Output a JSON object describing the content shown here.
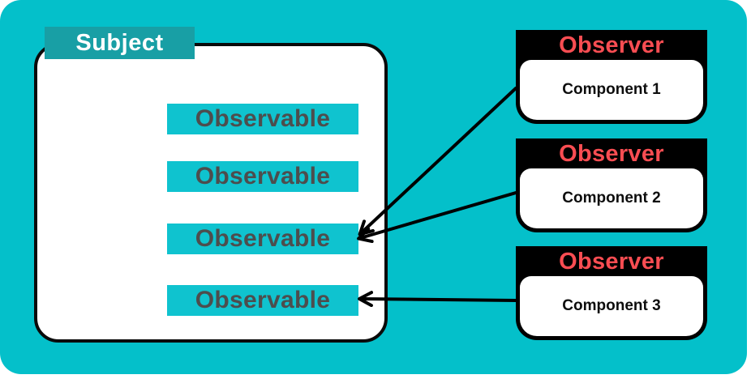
{
  "diagram": {
    "subject": {
      "label": "Subject"
    },
    "observables": [
      {
        "label": "Observable"
      },
      {
        "label": "Observable"
      },
      {
        "label": "Observable"
      },
      {
        "label": "Observable"
      }
    ],
    "observers": [
      {
        "title": "Observer",
        "component": "Component 1"
      },
      {
        "title": "Observer",
        "component": "Component 2"
      },
      {
        "title": "Observer",
        "component": "Component 3"
      }
    ],
    "arrows": [
      {
        "from": "observer-1",
        "to": "observable-3"
      },
      {
        "from": "observer-2",
        "to": "observable-3"
      },
      {
        "from": "observer-3",
        "to": "observable-4"
      }
    ],
    "colors": {
      "canvas_teal": "#04c0ca",
      "subject_label_teal": "#189fa5",
      "observable_teal": "#0fc3cf",
      "observable_text_gray": "#4d4d4d",
      "observer_title_red": "#f94d52",
      "observer_header_black": "#000000",
      "box_white": "#ffffff",
      "arrow_black": "#000000"
    }
  }
}
